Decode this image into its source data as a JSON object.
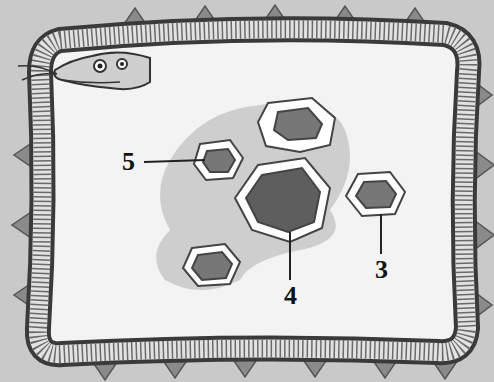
{
  "diagram": {
    "labels": [
      "5",
      "3",
      "4"
    ]
  }
}
